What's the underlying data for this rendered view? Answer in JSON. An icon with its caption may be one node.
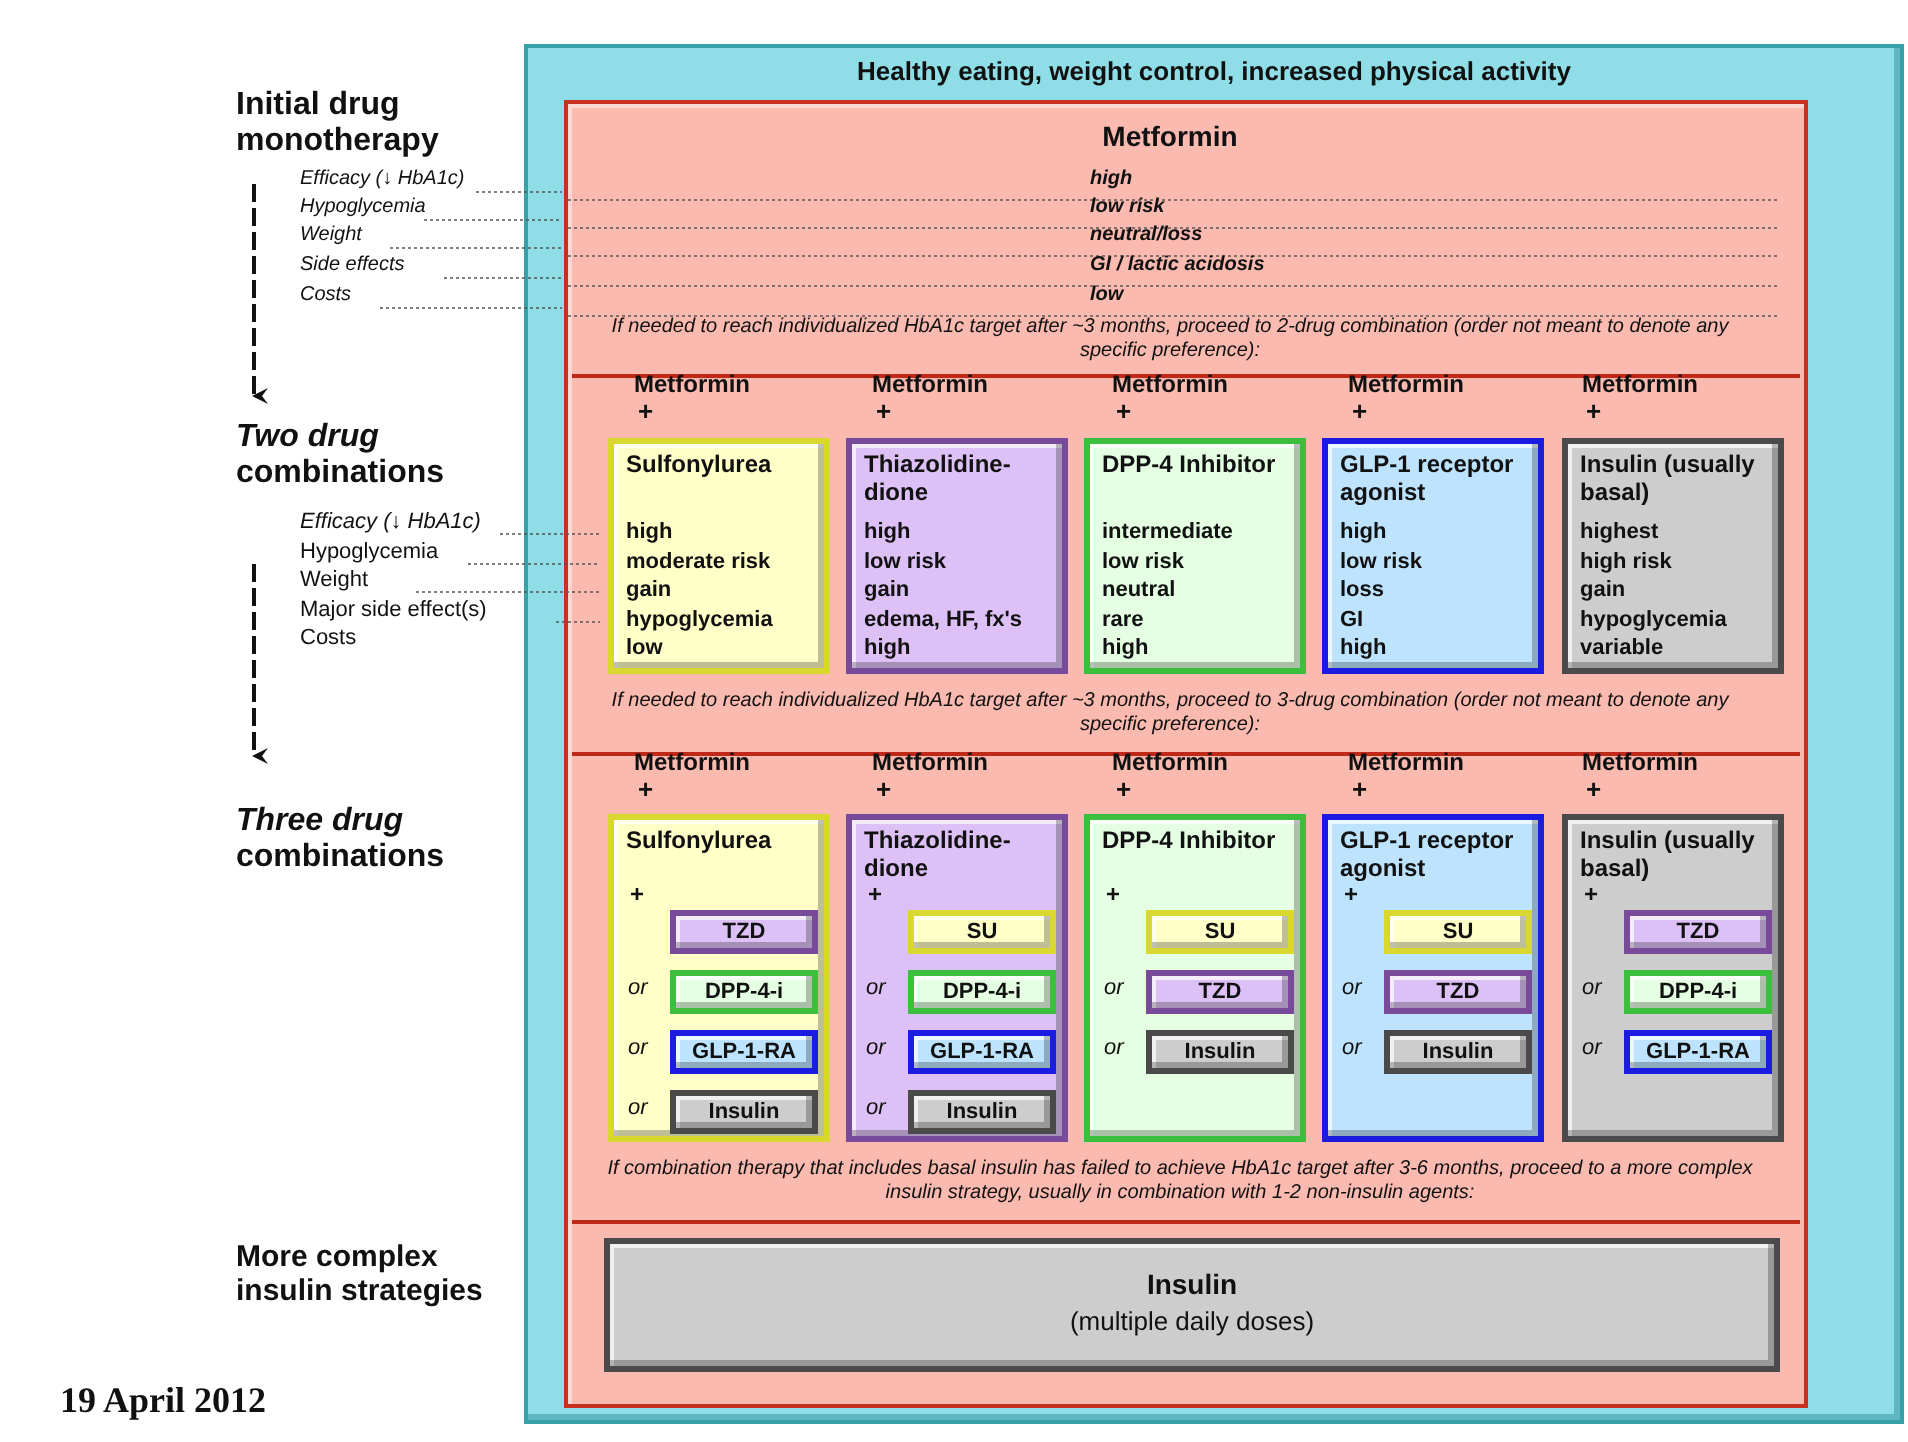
{
  "diagram": {
    "nodes": [
      {
        "text": [
          "Healthy eating, weight control, increased physical activity"
        ]
      },
      {
        "text": [],
        "shape": "box",
        "in": 0
      },
      {
        "text": [
          "Sulfonylurea",
          "high",
          "moderate risk",
          "gain",
          "hypoglycemia",
          "low"
        ],
        "in": 1
      },
      {
        "text": [
          "Thiazolidine-dione",
          "high",
          "low risk",
          "gain",
          "edema, HF, fx's",
          "high"
        ],
        "in": 1
      },
      {
        "text": [
          "DPP-4 Inhibitor",
          "intermediate",
          "low risk",
          "neutral",
          "rare",
          "high"
        ],
        "in": 1
      },
      {
        "text": [
          "GLP-1 receptor agonist",
          "high",
          "low risk",
          "loss",
          "GI",
          "high"
        ],
        "in": 1
      },
      {
        "text": [
          "Insulin (usually basal)",
          "highest",
          "high risk",
          "gain",
          "hypoglycemia",
          "variable"
        ],
        "in": 1
      },
      {
        "text": [
          "Sulfonylurea",
          "+",
          "or",
          "or",
          "or"
        ],
        "in": 1
      },
      {
        "text": [
          "TZD"
        ],
        "in": 7
      },
      {
        "text": [
          "DPP-4-i"
        ],
        "in": 7
      },
      {
        "text": [
          "GLP-1-RA"
        ],
        "in": 7
      },
      {
        "text": [
          "Insulin"
        ],
        "in": 7
      },
      {
        "text": [
          "Thiazolidine-dione",
          "+",
          "or",
          "or",
          "or"
        ],
        "in": 1
      },
      {
        "text": [
          "SU"
        ],
        "in": 12
      },
      {
        "text": [
          "DPP-4-i"
        ],
        "in": 12
      },
      {
        "text": [
          "GLP-1-RA"
        ],
        "in": 12
      },
      {
        "text": [
          "Insulin"
        ],
        "in": 12
      },
      {
        "text": [
          "DPP-4 Inhibitor",
          "+",
          "or",
          "or"
        ],
        "in": 1
      },
      {
        "text": [
          "SU"
        ],
        "in": 17
      },
      {
        "text": [
          "TZD"
        ],
        "in": 17
      },
      {
        "text": [
          "Insulin"
        ],
        "in": 17
      },
      {
        "text": [
          "GLP-1 receptor agonist",
          "+",
          "or",
          "or"
        ],
        "in": 1
      },
      {
        "text": [
          "SU"
        ],
        "in": 21
      },
      {
        "text": [
          "TZD"
        ],
        "in": 21
      },
      {
        "text": [
          "Insulin"
        ],
        "in": 21
      },
      {
        "text": [
          "Insulin (usually basal)",
          "+",
          "or",
          "or"
        ],
        "in": 1
      },
      {
        "text": [
          "TZD"
        ],
        "in": 25
      },
      {
        "text": [
          "DPP-4-i"
        ],
        "in": 25
      },
      {
        "text": [
          "GLP-1-RA"
        ],
        "in": 25
      },
      {
        "text": [
          "Insulin",
          "(multiple daily doses)"
        ],
        "in": 1
      }
    ],
    "labels": [
      "Initial drug monotherapy",
      "Efficacy (↓ HbA1c)",
      "Hypoglycemia",
      "Weight",
      "Side effects",
      "Costs",
      "Metformin",
      "high",
      "low risk",
      "neutral/loss",
      "GI / lactic acidosis",
      "low",
      "If needed to reach individualized HbA1c target after ~3 months, proceed to 2-drug combination (order not meant to denote any specific preference):",
      "Metformin",
      "+",
      "Metformin",
      "+",
      "Metformin",
      "+",
      "Metformin",
      "+",
      "Metformin",
      "+",
      "*Two drug* combinations",
      "Efficacy (↓ HbA1c)",
      "Hypoglycemia",
      "Weight",
      "Major side effect(s)",
      "Costs",
      "If needed to reach individualized HbA1c target after ~3 months, proceed to 3-drug combination (order not meant to denote any specific preference):",
      "Metformin",
      "+",
      "Metformin",
      "+",
      "Metformin",
      "+",
      "Metformin",
      "+",
      "Metformin",
      "+",
      "*Three drug* combinations",
      "If combination therapy that includes basal insulin has failed to achieve HbA1c target after 3-6 months, proceed to a more complex insulin strategy, usually in combination with 1-2 non-insulin agents:",
      "More complex insulin strategies",
      "19 April 2012"
    ]
  }
}
